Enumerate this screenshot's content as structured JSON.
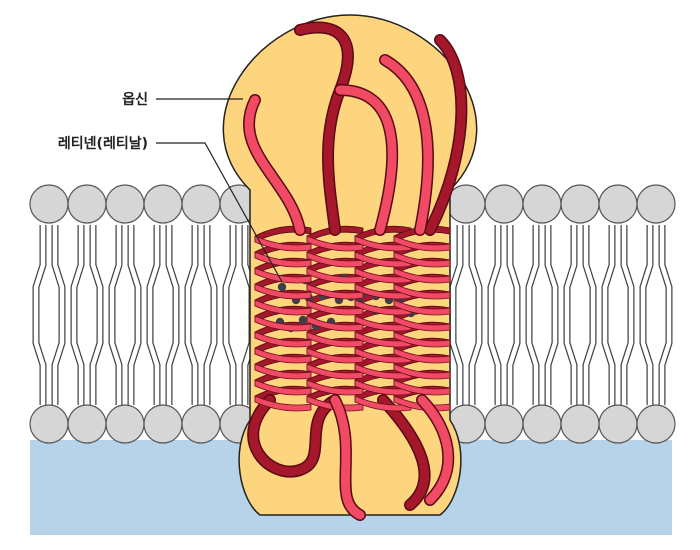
{
  "labels": {
    "protein": "옵신",
    "chromophore": "레티넨(레티날)"
  },
  "colors": {
    "cytoplasm": "#b6d3ea",
    "protein_fill": "#fdd57e",
    "protein_outline": "#222222",
    "ribbon_front": "#f04a64",
    "ribbon_back": "#a5182c",
    "lipid_head": "#d6d6d6",
    "lipid_tail": "#ffffff",
    "retinal_dot": "#3f3f47"
  },
  "counts": {
    "lipids_left_per_leaflet": 6,
    "lipids_right_per_leaflet": 6,
    "helix_columns": 4
  }
}
